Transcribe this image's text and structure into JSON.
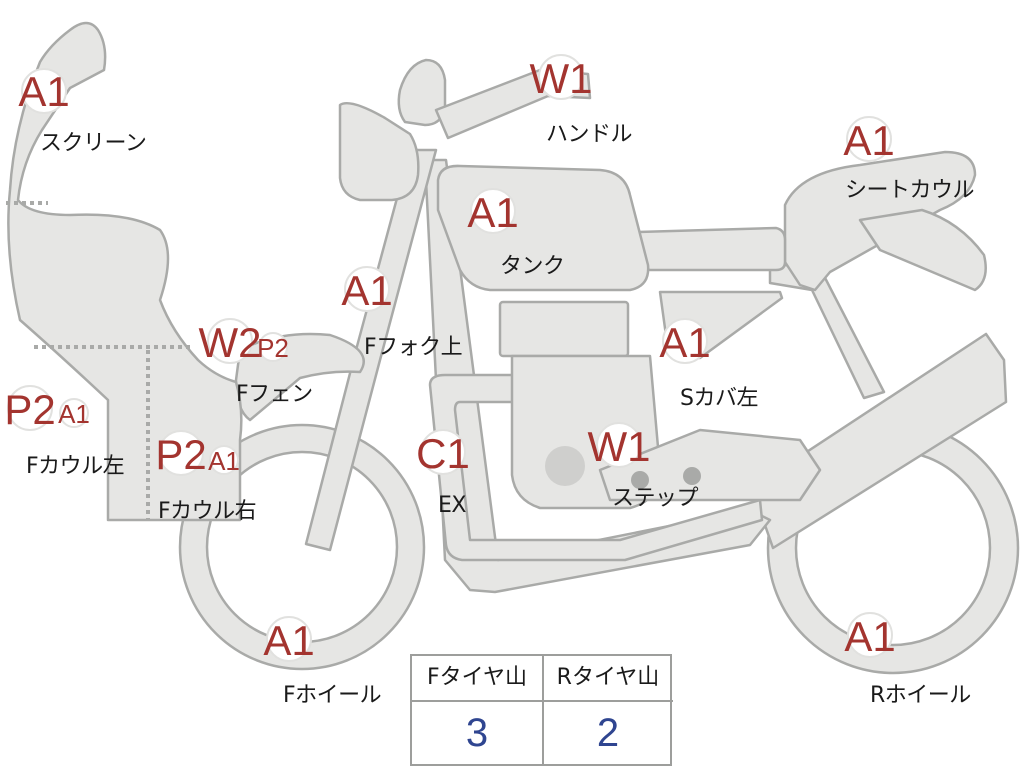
{
  "diagram": {
    "parts": [
      {
        "id": "screen",
        "label": "スクリーン",
        "grades": [
          "A1"
        ]
      },
      {
        "id": "handle",
        "label": "ハンドル",
        "grades": [
          "W1"
        ]
      },
      {
        "id": "seat-cowl",
        "label": "シートカウル",
        "grades": [
          "A1"
        ]
      },
      {
        "id": "tank",
        "label": "タンク",
        "grades": [
          "A1"
        ]
      },
      {
        "id": "f-fork-upper",
        "label": "Fフォク上",
        "grades": [
          "A1"
        ]
      },
      {
        "id": "f-fender",
        "label": "Fフェン",
        "grades": [
          "W2",
          "P2"
        ]
      },
      {
        "id": "s-cover-left",
        "label": "Sカバ左",
        "grades": [
          "A1"
        ]
      },
      {
        "id": "f-cowl-left",
        "label": "Fカウル左",
        "grades": [
          "P2",
          "A1"
        ]
      },
      {
        "id": "f-cowl-right",
        "label": "Fカウル右",
        "grades": [
          "P2",
          "A1"
        ]
      },
      {
        "id": "ex",
        "label": "EX",
        "grades": [
          "C1"
        ]
      },
      {
        "id": "step",
        "label": "ステップ",
        "grades": [
          "W1"
        ]
      },
      {
        "id": "f-wheel",
        "label": "Fホイール",
        "grades": [
          "A1"
        ]
      },
      {
        "id": "r-wheel",
        "label": "Rホイール",
        "grades": [
          "A1"
        ]
      }
    ]
  },
  "tire_table": {
    "front_label": "Fタイヤ山",
    "front_value": "3",
    "rear_label": "Rタイヤ山",
    "rear_value": "2"
  },
  "colors": {
    "grade_text": "#a3342f",
    "tire_value": "#2f4590",
    "part_fill": "#e6e6e4",
    "part_stroke": "#a9aaa8"
  }
}
